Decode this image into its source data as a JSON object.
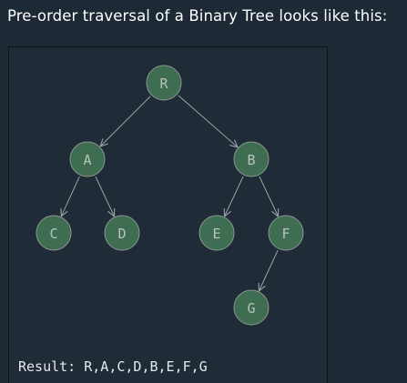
{
  "heading": "Pre-order traversal of a Binary Tree looks like this:",
  "tree": {
    "nodes": [
      {
        "id": "R",
        "label": "R"
      },
      {
        "id": "A",
        "label": "A"
      },
      {
        "id": "B",
        "label": "B"
      },
      {
        "id": "C",
        "label": "C"
      },
      {
        "id": "D",
        "label": "D"
      },
      {
        "id": "E",
        "label": "E"
      },
      {
        "id": "F",
        "label": "F"
      },
      {
        "id": "G",
        "label": "G"
      }
    ],
    "edges": [
      {
        "from": "R",
        "to": "A"
      },
      {
        "from": "R",
        "to": "B"
      },
      {
        "from": "A",
        "to": "C"
      },
      {
        "from": "A",
        "to": "D"
      },
      {
        "from": "B",
        "to": "E"
      },
      {
        "from": "B",
        "to": "F"
      },
      {
        "from": "F",
        "to": "G"
      }
    ]
  },
  "result": {
    "prefix": "Result:",
    "sequence": "R,A,C,D,B,E,F,G"
  },
  "colors": {
    "background": "#1d2a35",
    "node_fill": "#3e6d51",
    "node_text": "#b9c3be",
    "edge": "#9aa3aa"
  }
}
